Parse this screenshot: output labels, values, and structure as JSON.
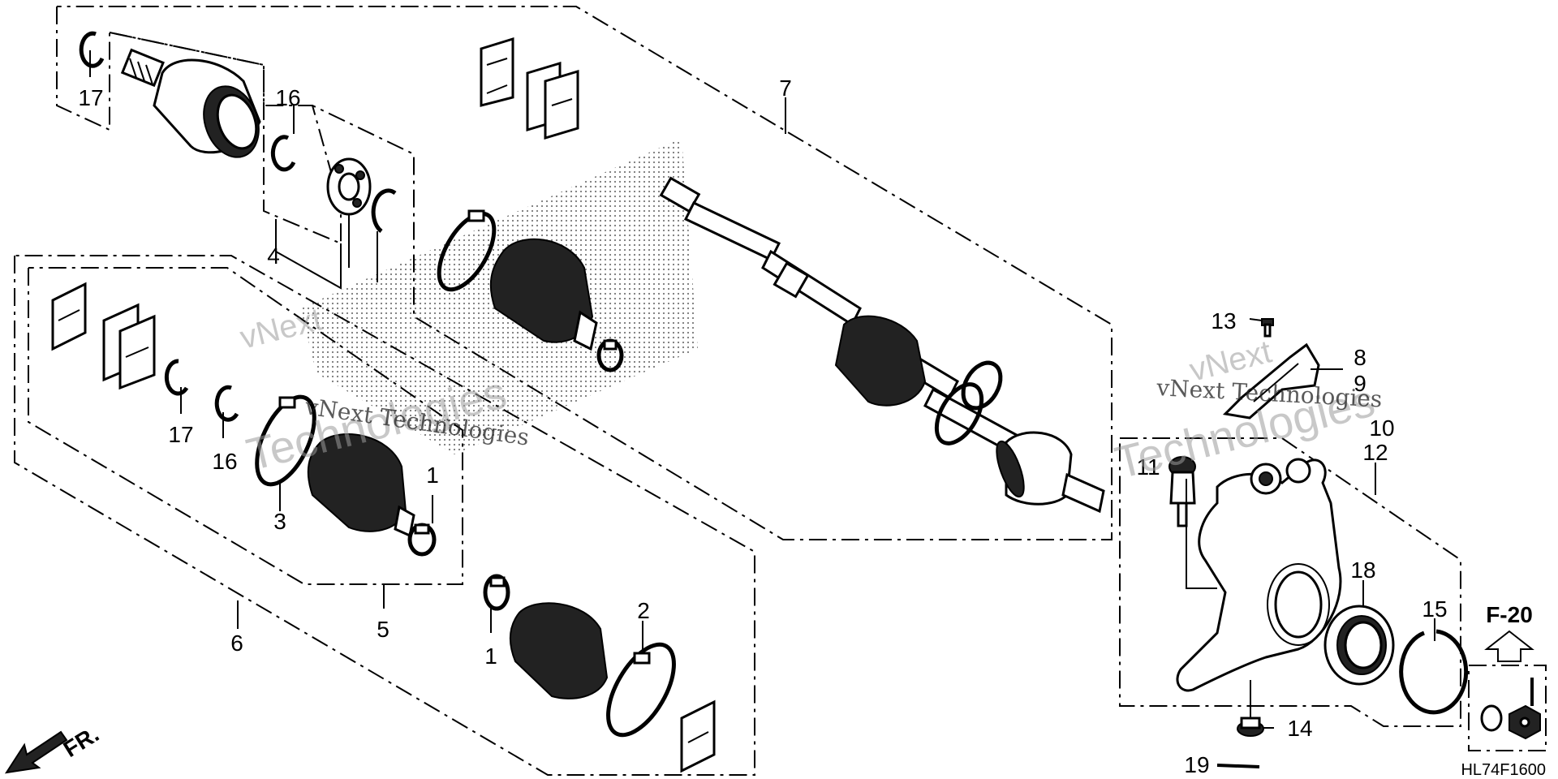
{
  "diagram": {
    "callouts": {
      "p1a": "1",
      "p1b": "1",
      "p2": "2",
      "p3": "3",
      "p4": "4",
      "p5": "5",
      "p6": "6",
      "p7": "7",
      "p8": "8",
      "p9": "9",
      "p10": "10",
      "p11": "11",
      "p12": "12",
      "p13": "13",
      "p14": "14",
      "p15": "15",
      "p16a": "16",
      "p16b": "16",
      "p17a": "17",
      "p17b": "17",
      "p18": "18",
      "p19": "19"
    },
    "page_ref": "F-20",
    "direction_label": "FR.",
    "diagram_code": "HL74F1600",
    "watermarks": {
      "brand_line_1": "vNext",
      "brand_line_2": "Technologies",
      "small_1": "vNext Technologies",
      "small_2": "vNext Technologies"
    },
    "colors": {
      "ink": "#000000",
      "background": "#ffffff",
      "watermark": "#9a9a9a"
    }
  }
}
